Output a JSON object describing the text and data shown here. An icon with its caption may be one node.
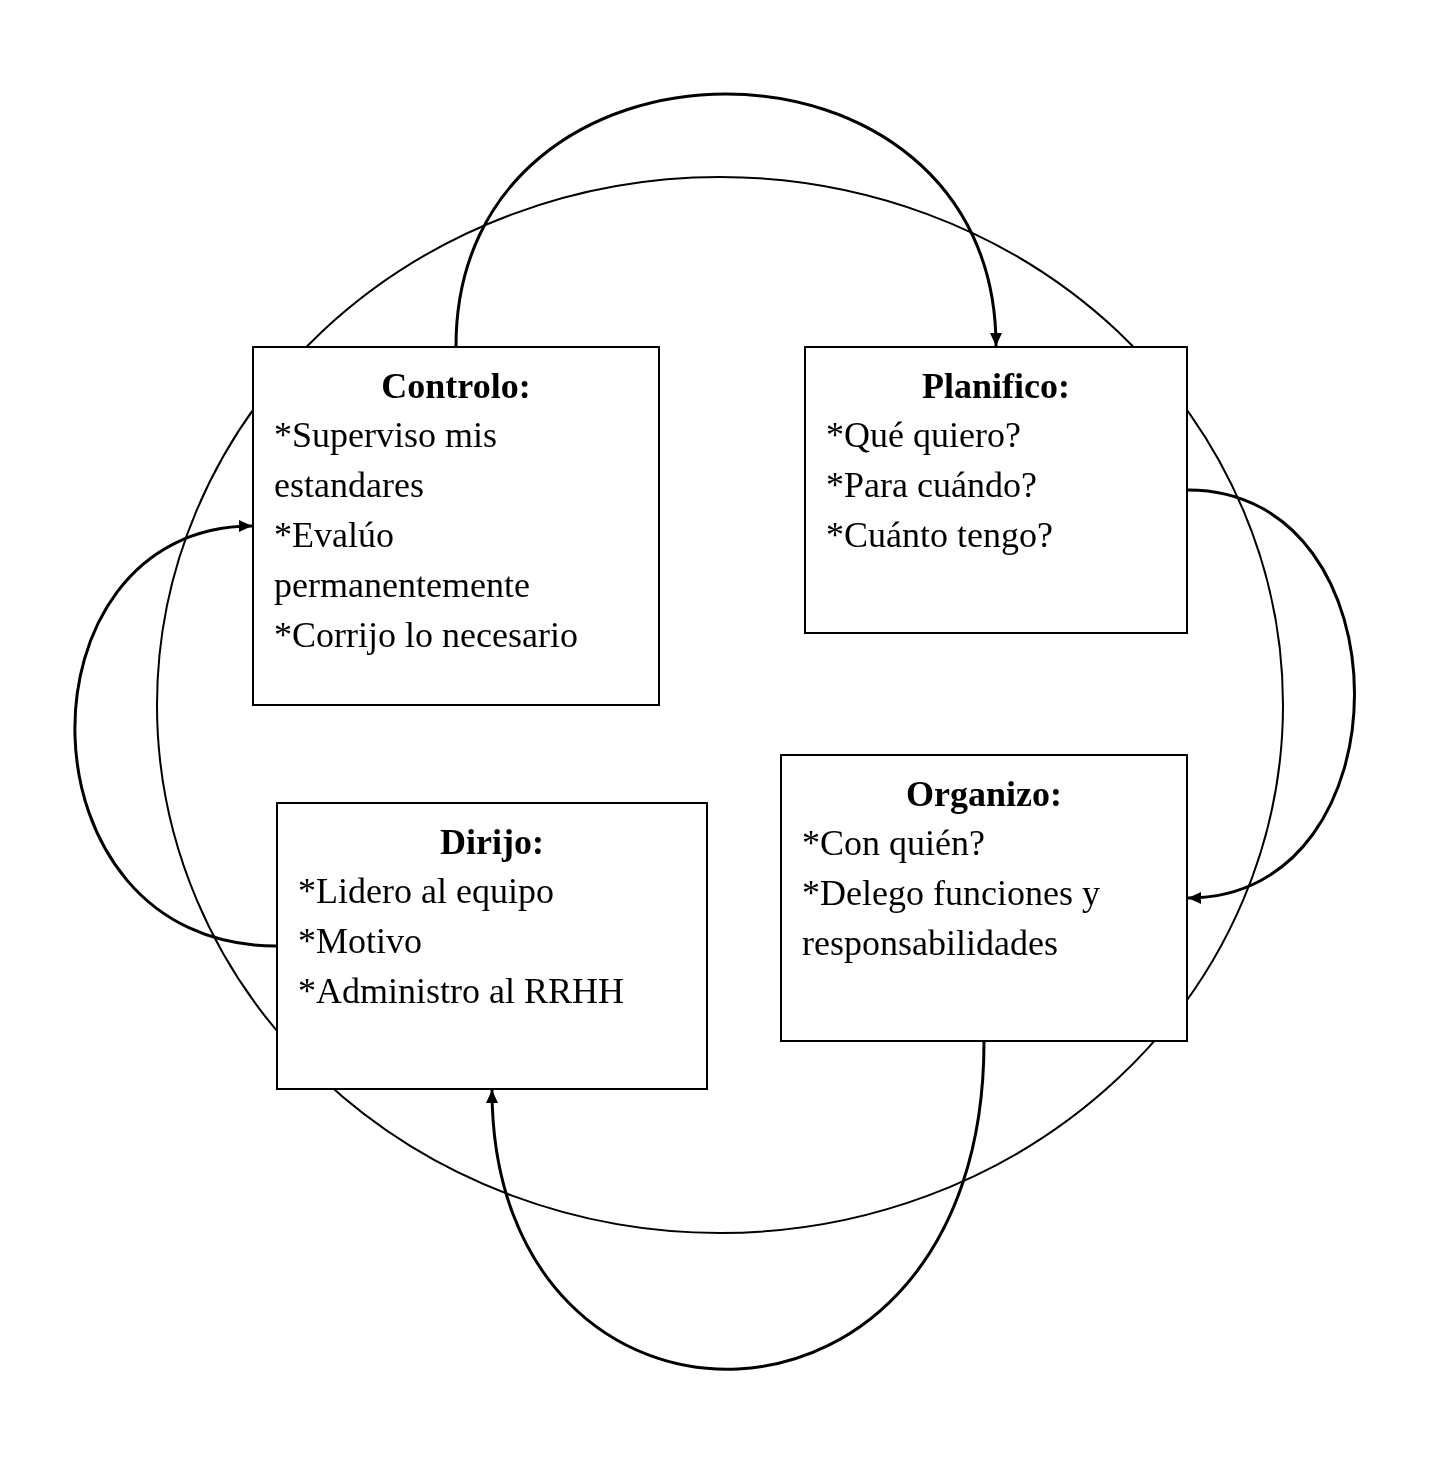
{
  "diagram": {
    "nodes": [
      {
        "text": [],
        "shape": "circle"
      },
      {
        "text": [
          "Controlo:",
          "*Superviso mis estandares",
          "*Evalúo permanentemente",
          "*Corrijo lo necesario"
        ],
        "in": 0
      },
      {
        "text": [
          "Planifico:",
          "*Qué quiero?",
          "*Para cuándo?",
          "*Cuánto tengo?"
        ],
        "in": 0
      },
      {
        "text": [
          "Dirijo:",
          "*Lidero al equipo",
          "*Motivo",
          "*Administro al RRHH"
        ],
        "in": 0
      },
      {
        "text": [
          "Organizo:",
          "*Con quién?",
          "*Delego funciones y responsabilidades"
        ],
        "in": 0
      }
    ],
    "edges": [
      {
        "from": 1,
        "to": 2,
        "arrow": "to"
      },
      {
        "from": 2,
        "to": 4,
        "arrow": "to"
      },
      {
        "from": 4,
        "to": 3,
        "arrow": "to"
      },
      {
        "from": 3,
        "to": 1,
        "arrow": "to"
      }
    ]
  }
}
